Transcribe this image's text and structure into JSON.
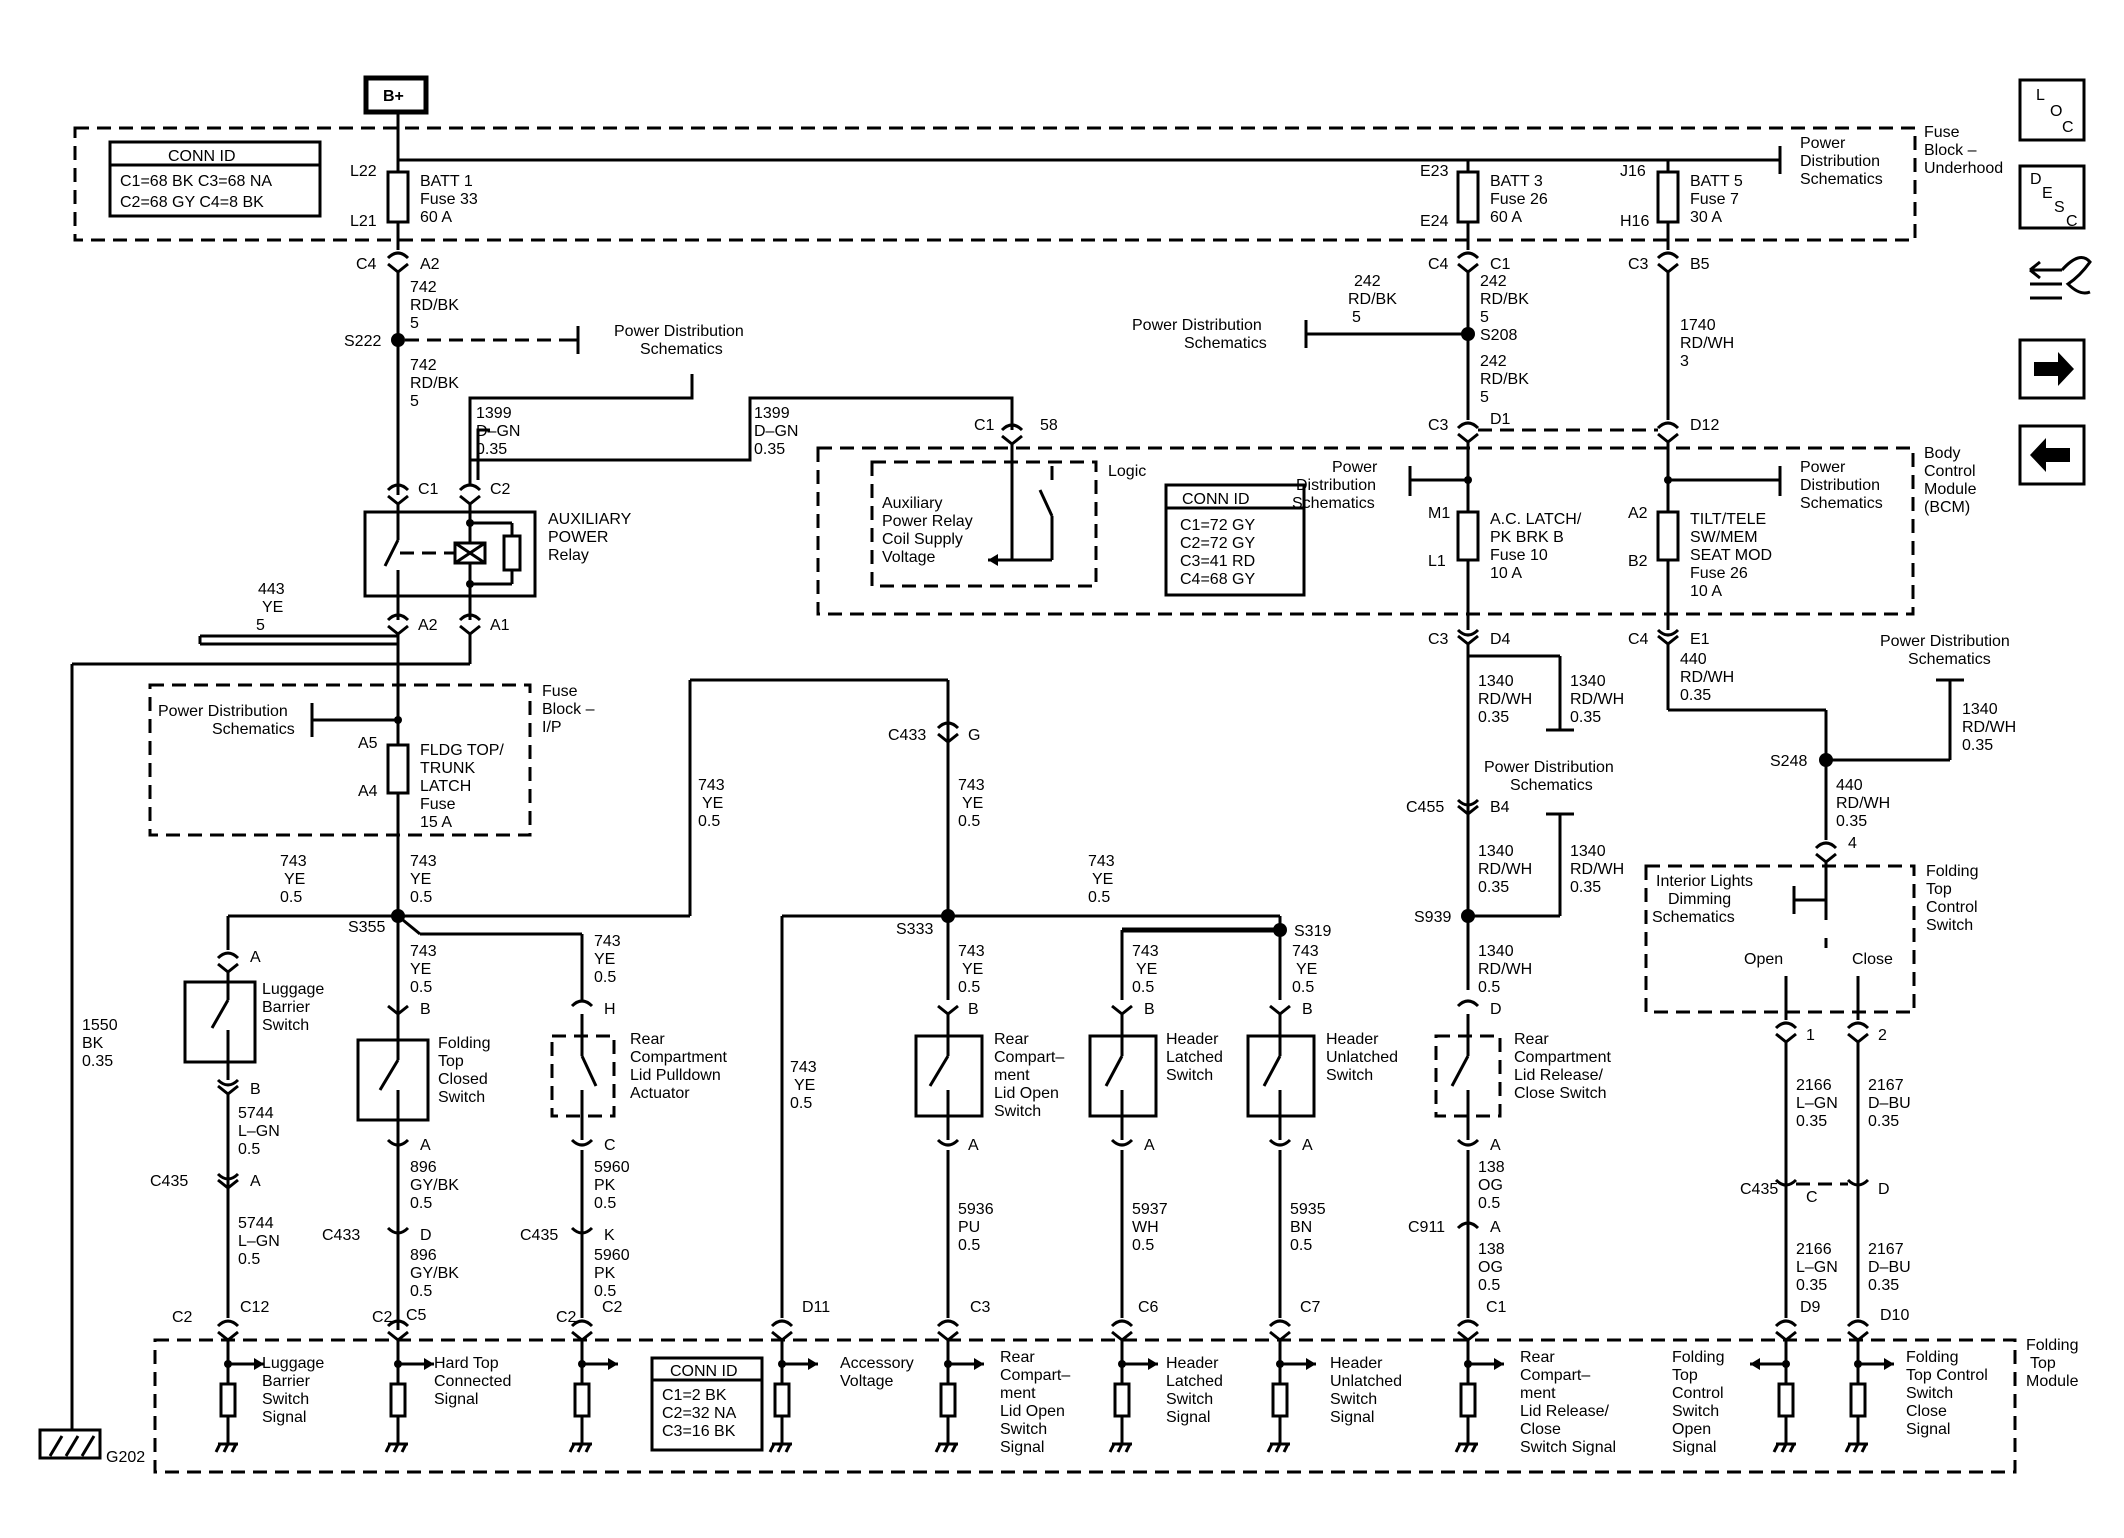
{
  "header": {
    "bplus": "B+"
  },
  "connid_top": {
    "title": "CONN ID",
    "l1": "C1=68 BK   C3=68 NA",
    "l2": "C2=68 GY   C4=8 BK"
  },
  "connid_bcm": {
    "title": "CONN ID",
    "l1": "C1=72 GY",
    "l2": "C2=72 GY",
    "l3": "C3=41 RD",
    "l4": "C4=68 GY"
  },
  "connid_ftcm": {
    "title": "CONN ID",
    "l1": "C1=2 BK",
    "l2": "C2=32 NA",
    "l3": "C3=16 BK"
  },
  "fuse_underhood": {
    "l1": "Fuse",
    "l2": "Block –",
    "l3": "Underhood"
  },
  "pds": {
    "l1": "Power",
    "l2": "Distribution",
    "l3": "Schematics",
    "a": "Power Distribution",
    "b": "Schematics"
  },
  "fuses": {
    "batt1": {
      "name": "BATT 1",
      "fuse": "Fuse 33",
      "amp": "60 A",
      "top": "L22",
      "bot": "L21"
    },
    "batt3": {
      "name": "BATT 3",
      "fuse": "Fuse 26",
      "amp": "60 A",
      "top": "E23",
      "bot": "E24"
    },
    "batt5": {
      "name": "BATT 5",
      "fuse": "Fuse 7",
      "amp": "30 A",
      "top": "J16",
      "bot": "H16"
    }
  },
  "relay": {
    "l1": "AUXILIARY",
    "l2": "POWER",
    "l3": "Relay",
    "c1": "C1",
    "c2": "C2",
    "a2": "A2",
    "a1": "A1"
  },
  "wires": {
    "w742a": [
      "742",
      "RD/BK",
      "5"
    ],
    "w1399a": [
      "1399",
      "D–GN",
      "0.35"
    ],
    "w443": [
      "443",
      "YE",
      "5"
    ],
    "w1550": [
      "1550",
      "BK",
      "0.35"
    ],
    "w242a": [
      "242",
      "RD/BK",
      "5"
    ],
    "w1740": [
      "1740",
      "RD/WH",
      "3"
    ],
    "w743": [
      "743",
      "YE",
      "0.5"
    ],
    "w5744": [
      "5744",
      "L–GN",
      "0.5"
    ],
    "w896": [
      "896",
      "GY/BK",
      "0.5"
    ],
    "w5960": [
      "5960",
      "PK",
      "0.5"
    ],
    "w5936": [
      "5936",
      "PU",
      "0.5"
    ],
    "w5937": [
      "5937",
      "WH",
      "0.5"
    ],
    "w5935": [
      "5935",
      "BN",
      "0.5"
    ],
    "w1340": [
      "1340",
      "RD/WH",
      "0.35"
    ],
    "w1340b": [
      "1340",
      "RD/WH",
      "0.5"
    ],
    "w138": [
      "138",
      "OG",
      "0.5"
    ],
    "w440": [
      "440",
      "RD/WH",
      "0.35"
    ],
    "w2166": [
      "2166",
      "L–GN",
      "0.35"
    ],
    "w2167": [
      "2167",
      "D–BU",
      "0.35"
    ]
  },
  "conns": {
    "c4": "C4",
    "c3": "C3",
    "c1": "C1",
    "a2": "A2",
    "b5": "B5",
    "d1": "D1",
    "d12": "D12",
    "d4": "D4",
    "e1": "E1",
    "m1": "M1",
    "l1": "L1",
    "b2": "B2",
    "a5": "A5",
    "a4": "A4",
    "c58": "58",
    "c433": "C433",
    "c435": "C435",
    "c455": "C455",
    "c911": "C911",
    "b4": "B4",
    "s222": "S222",
    "s208": "S208",
    "s355": "S355",
    "s333": "S333",
    "s319": "S319",
    "s939": "S939",
    "s248": "S248",
    "pa": "A",
    "pb": "B",
    "pc": "C",
    "pd": "D",
    "ph": "H",
    "pk": "K",
    "pg": "G",
    "p1": "1",
    "p2": "2",
    "p4": "4",
    "c2": "C2",
    "c12": "C12",
    "c5": "C5",
    "d11": "D11",
    "c6": "C6",
    "c7": "C7",
    "d9": "D9",
    "d10": "D10",
    "g202": "G202"
  },
  "bcm": {
    "logic": "Logic",
    "l1": "Body",
    "l2": "Control",
    "l3": "Module",
    "l4": "(BCM)",
    "aux1": "Auxiliary",
    "aux2": "Power Relay",
    "aux3": "Coil Supply",
    "aux4": "Voltage",
    "ac1": "A.C. LATCH/",
    "ac2": "PK BRK B",
    "ac3": "Fuse 10",
    "ac4": "10 A",
    "tt1": "TILT/TELE",
    "tt2": "SW/MEM",
    "tt3": "SEAT MOD",
    "tt4": "Fuse 26",
    "tt5": "10 A"
  },
  "fuse_ip": {
    "l1": "Fuse",
    "l2": "Block –",
    "l3": "I/P",
    "f1": "FLDG TOP/",
    "f2": "TRUNK",
    "f3": "LATCH",
    "f4": "Fuse",
    "f5": "15 A"
  },
  "switches": {
    "lug": [
      "Luggage",
      "Barrier",
      "Switch"
    ],
    "fold": [
      "Folding",
      "Top",
      "Closed",
      "Switch"
    ],
    "pull": [
      "Rear",
      "Compartment",
      "Lid Pulldown",
      "Actuator"
    ],
    "lidopen": [
      "Rear",
      "Compart–",
      "ment",
      "Lid Open",
      "Switch"
    ],
    "hlatch": [
      "Header",
      "Latched",
      "Switch"
    ],
    "hunlatch": [
      "Header",
      "Unlatched",
      "Switch"
    ],
    "release": [
      "Rear",
      "Compartment",
      "Lid Release/",
      "Close Switch"
    ]
  },
  "ftcs": {
    "l1": "Folding",
    "l2": "Top",
    "l3": "Control",
    "l4": "Switch",
    "ild1": "Interior Lights",
    "ild2": "Dimming",
    "ild3": "Schematics",
    "open": "Open",
    "close": "Close"
  },
  "ftcm": {
    "l1": "Folding",
    "l2": "Top",
    "l3": "Module"
  },
  "signals": {
    "s1": [
      "Luggage",
      "Barrier",
      "Switch",
      "Signal"
    ],
    "s2": [
      "Hard Top",
      "Connected",
      "Signal"
    ],
    "s3": [
      "Accessory",
      "Voltage"
    ],
    "s4": [
      "Rear",
      "Compart–",
      "ment",
      "Lid Open",
      "Switch",
      "Signal"
    ],
    "s5": [
      "Header",
      "Latched",
      "Switch",
      "Signal"
    ],
    "s6": [
      "Header",
      "Unlatched",
      "Switch",
      "Signal"
    ],
    "s7": [
      "Rear",
      "Compart–",
      "ment",
      "Lid Release/",
      "Close",
      "Switch Signal"
    ],
    "s8": [
      "Folding",
      "Top",
      "Control",
      "Switch",
      "Open",
      "Signal"
    ],
    "s9": [
      "Folding",
      "Top Control",
      "Switch",
      "Close",
      "Signal"
    ]
  },
  "icons": {
    "loc": "loc-icon",
    "desc": "desc-icon",
    "harness": "harness-icon",
    "next": "arrow-right-icon",
    "prev": "arrow-left-icon"
  },
  "nav": {
    "loc_l": "L",
    "loc_o": "O",
    "loc_c": "C",
    "desc_d": "D",
    "desc_e": "E",
    "desc_s": "S",
    "desc_c": "C"
  }
}
